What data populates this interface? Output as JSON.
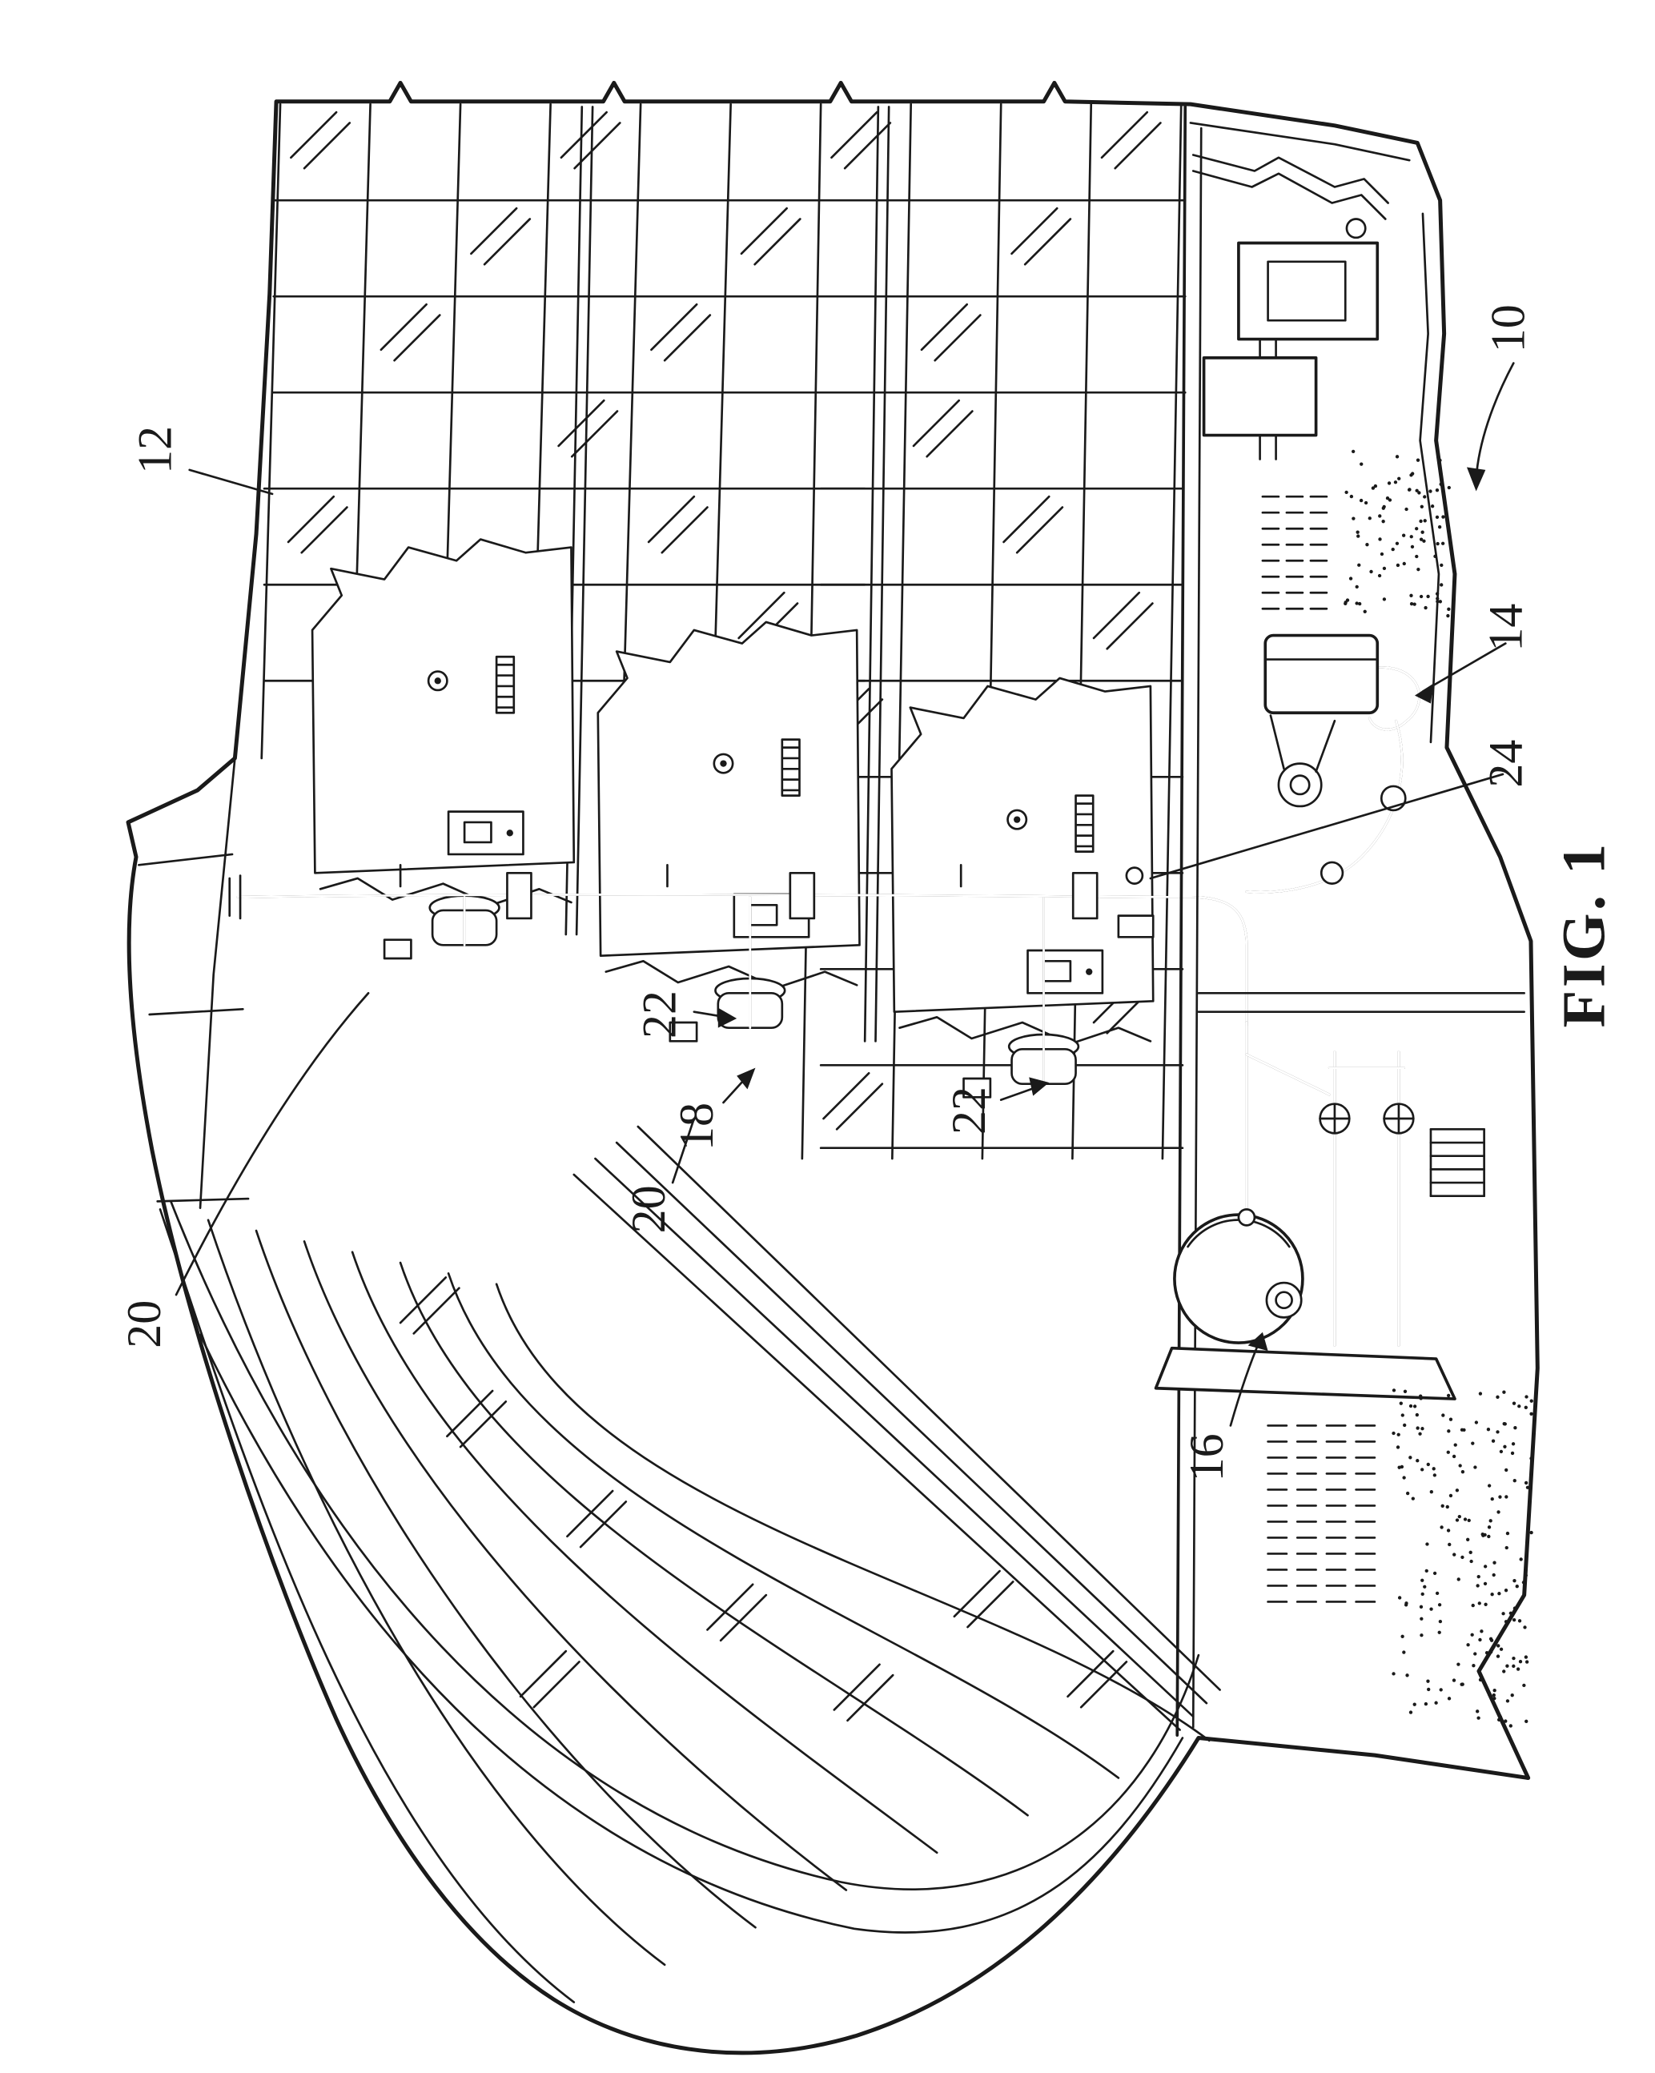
{
  "colors": {
    "ink": "#1a1a1a",
    "paper": "#ffffff"
  },
  "figure": {
    "caption": "FIG. 1"
  },
  "reference_numerals": {
    "r10": "10",
    "r12": "12",
    "r14": "14",
    "r16": "16",
    "r18": "18",
    "r20a": "20",
    "r20b": "20",
    "r22a": "22",
    "r22b": "22",
    "r24": "24"
  }
}
